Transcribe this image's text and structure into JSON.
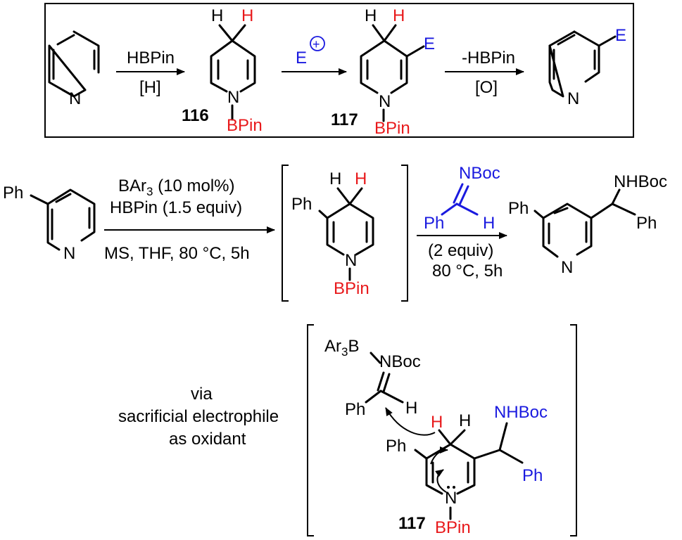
{
  "colors": {
    "red": "#e8191b",
    "blue": "#1a1adf",
    "black": "#000000"
  },
  "top": {
    "step1_above": "HBPin",
    "step1_below": "[H]",
    "step2_above": "E",
    "step2_charge": "+",
    "step3_above": "-HBPin",
    "step3_below": "[O]",
    "cmpd116": "116",
    "cmpd117": "117",
    "atom_N": "N",
    "atom_H": "H",
    "atom_E": "E",
    "bpin": "BPin"
  },
  "middle": {
    "sm_ph": "Ph",
    "sm_n": "N",
    "cond1_line1": "BAr",
    "cond1_line1_sub": "3",
    "cond1_line1_rest": " (10 mol%)",
    "cond1_line2": "HBPin (1.5 equiv)",
    "cond1_below": "MS, THF, 80 °C, 5h",
    "int_ph": "Ph",
    "int_h_black": "H",
    "int_h_red": "H",
    "int_n": "N",
    "int_bpin": "BPin",
    "imine_nboc": "NBoc",
    "imine_ph": "Ph",
    "imine_h": "H",
    "cond2_line1": "(2 equiv)",
    "cond2_line2": "80 °C, 5h",
    "prod_ph": "Ph",
    "prod_n": "N",
    "prod_nhboc": "NHBoc",
    "prod_ph2": "Ph"
  },
  "bottom": {
    "via_line1": "via",
    "via_line2": "sacrificial electrophile",
    "via_line3": "as oxidant",
    "ar3b": "Ar",
    "ar3b_sub": "3",
    "ar3b_b": "B",
    "nboc": "NBoc",
    "ph1": "Ph",
    "h1": "H",
    "h_red": "H",
    "h_black": "H",
    "nhboc": "NHBoc",
    "ph2": "Ph",
    "ph3": "Ph",
    "n": "N",
    "cmpd117": "117",
    "bpin": "BPin"
  }
}
